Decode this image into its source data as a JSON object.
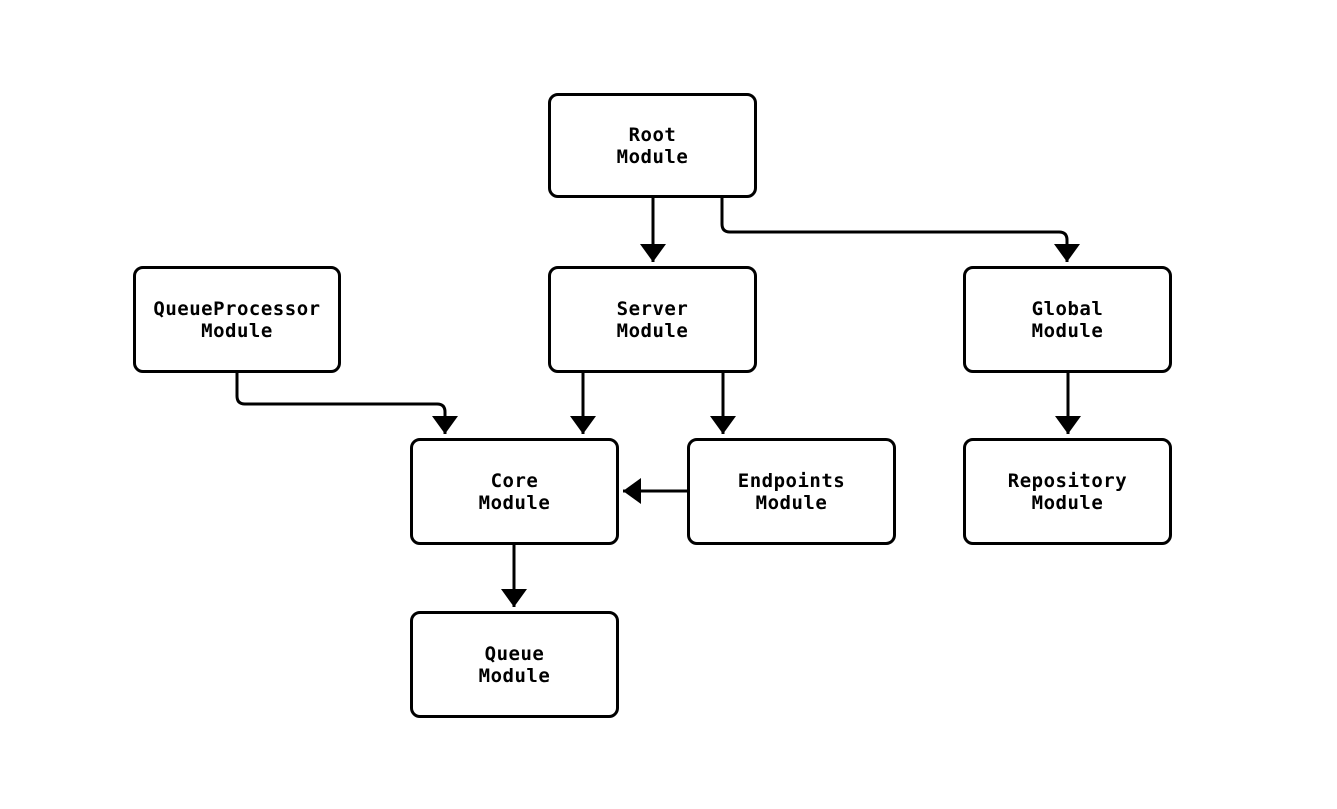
{
  "diagram": {
    "background_color": "#ffffff",
    "stroke_color": "#000000",
    "node_fill_color": "#ffffff",
    "text_color": "#000000",
    "nodes": [
      {
        "id": "root-module",
        "label": "Root\nModule"
      },
      {
        "id": "queueprocessor-module",
        "label": "QueueProcessor\nModule"
      },
      {
        "id": "server-module",
        "label": "Server\nModule"
      },
      {
        "id": "global-module",
        "label": "Global\nModule"
      },
      {
        "id": "core-module",
        "label": "Core\nModule"
      },
      {
        "id": "endpoints-module",
        "label": "Endpoints\nModule"
      },
      {
        "id": "repository-module",
        "label": "Repository\nModule"
      },
      {
        "id": "queue-module",
        "label": "Queue\nModule"
      }
    ],
    "edges": [
      {
        "from": "Root Module",
        "to": "Server Module"
      },
      {
        "from": "Root Module",
        "to": "Global Module"
      },
      {
        "from": "QueueProcessor Module",
        "to": "Core Module"
      },
      {
        "from": "Server Module",
        "to": "Core Module"
      },
      {
        "from": "Server Module",
        "to": "Endpoints Module"
      },
      {
        "from": "Endpoints Module",
        "to": "Core Module"
      },
      {
        "from": "Global Module",
        "to": "Repository Module"
      },
      {
        "from": "Core Module",
        "to": "Queue Module"
      }
    ]
  }
}
